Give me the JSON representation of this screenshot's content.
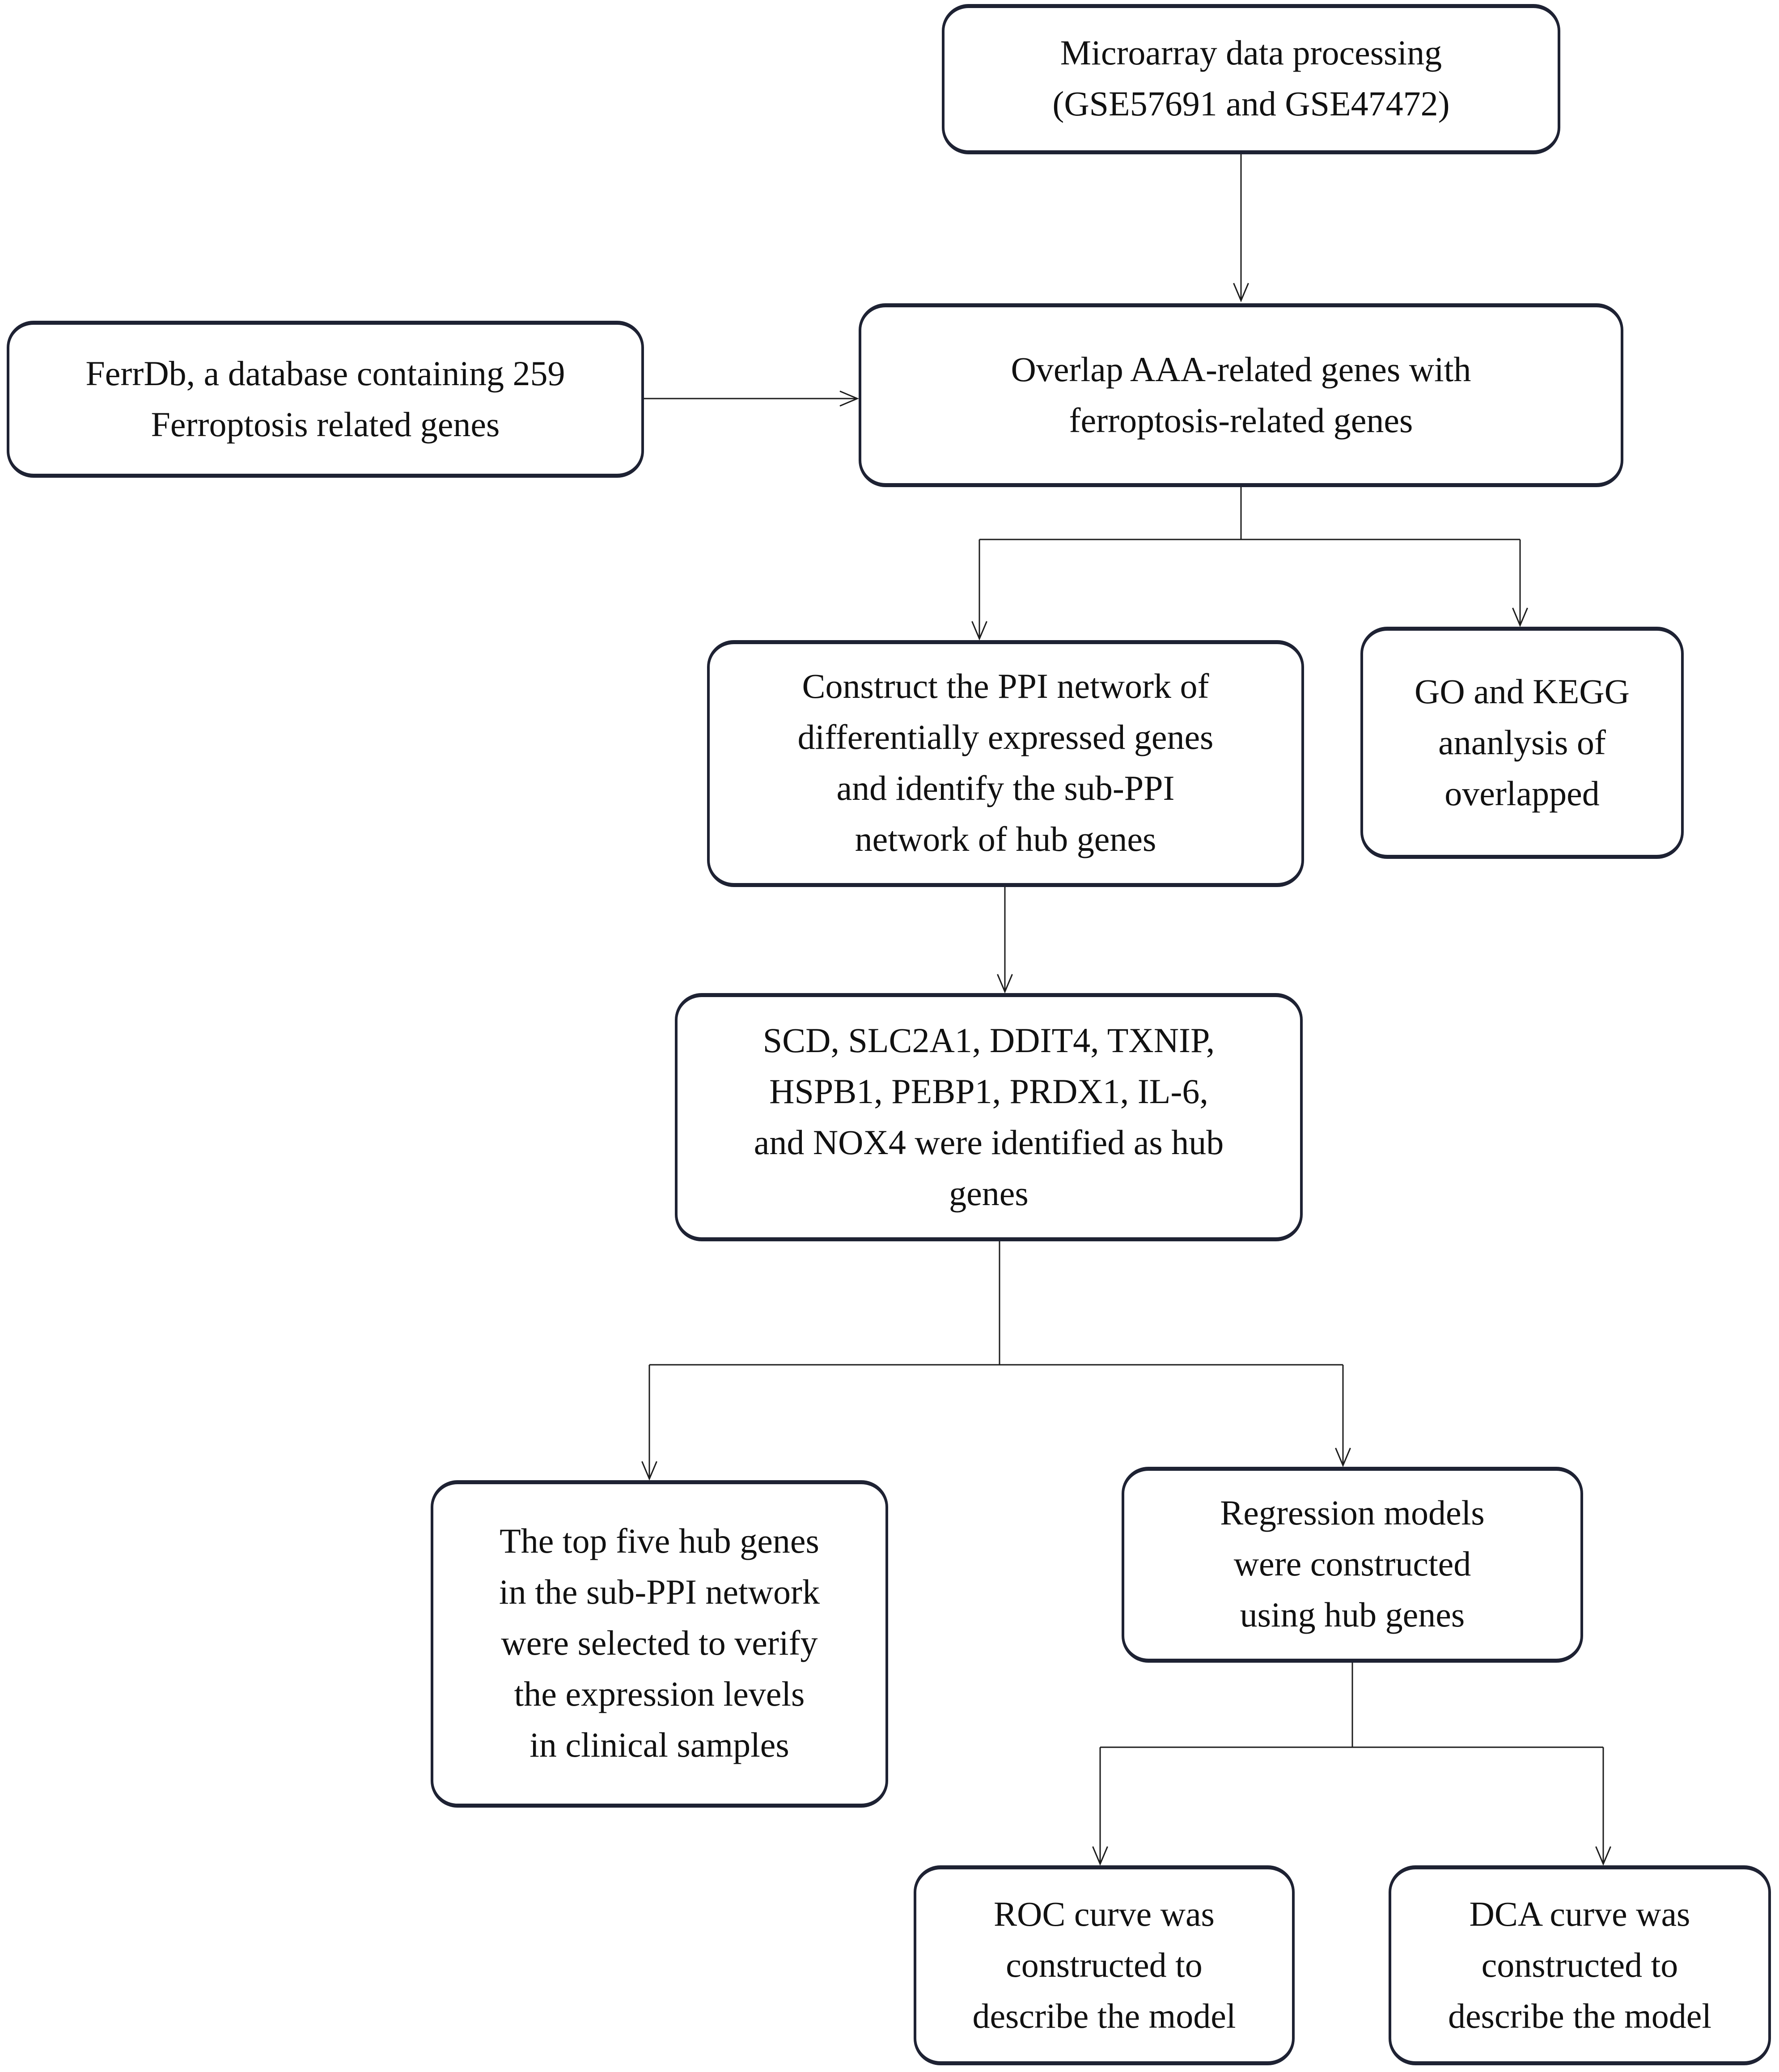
{
  "figure": {
    "kind": "flowchart",
    "title": "Study workflow flowchart"
  },
  "theme": {
    "bg": "#ffffff",
    "border": "#1e2233",
    "line": "#1c1c1c",
    "text": "#111111"
  },
  "nodes": {
    "microarray": {
      "lines": [
        "Microarray data processing",
        "(GSE57691 and GSE47472)"
      ]
    },
    "ferrdb": {
      "lines": [
        "FerrDb, a database containing 259",
        "Ferroptosis related genes"
      ]
    },
    "overlap": {
      "lines": [
        "Overlap AAA-related genes with",
        "ferroptosis-related genes"
      ]
    },
    "construct_ppi": {
      "lines": [
        "Construct the PPI network of",
        "differentially expressed genes",
        "and identify the sub-PPI",
        "network of hub genes"
      ]
    },
    "go_kegg": {
      "lines": [
        "GO and KEGG",
        "ananlysis of",
        "overlapped"
      ]
    },
    "hub_genes": {
      "lines": [
        "SCD, SLC2A1, DDIT4, TXNIP,",
        "HSPB1, PEBP1, PRDX1, IL-6,",
        "and NOX4 were identified as hub",
        "genes"
      ]
    },
    "top_five": {
      "lines": [
        "The top five hub genes",
        "in the sub-PPI network",
        "were selected to verify",
        "the expression levels",
        "in clinical samples"
      ]
    },
    "regression": {
      "lines": [
        "Regression models",
        "were constructed",
        "using hub genes"
      ]
    },
    "roc": {
      "lines": [
        "ROC curve was",
        "constructed to",
        "describe the model"
      ]
    },
    "dca": {
      "lines": [
        "DCA curve was",
        "constructed to",
        "describe the model"
      ]
    }
  }
}
